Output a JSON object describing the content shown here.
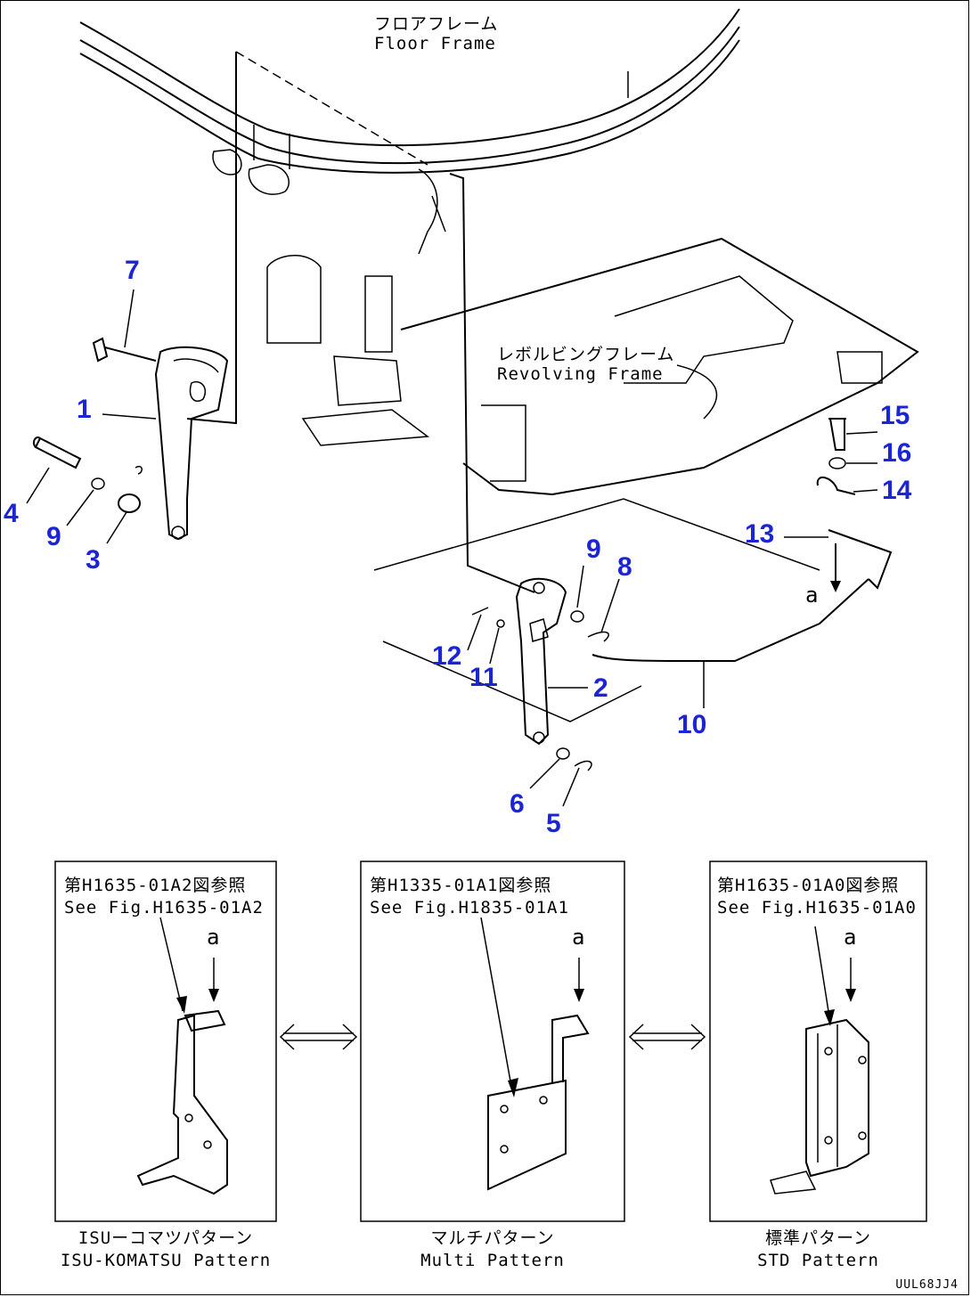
{
  "floor_frame": {
    "ja": "フロアフレーム",
    "en": "Floor Frame"
  },
  "revolving_frame": {
    "ja": "レボルビングフレーム",
    "en": "Revolving Frame"
  },
  "part_numbers": [
    {
      "id": "7",
      "label": "7"
    },
    {
      "id": "1",
      "label": "1"
    },
    {
      "id": "4",
      "label": "4"
    },
    {
      "id": "9a",
      "label": "9"
    },
    {
      "id": "3",
      "label": "3"
    },
    {
      "id": "15",
      "label": "15"
    },
    {
      "id": "16",
      "label": "16"
    },
    {
      "id": "14",
      "label": "14"
    },
    {
      "id": "13",
      "label": "13"
    },
    {
      "id": "9b",
      "label": "9"
    },
    {
      "id": "8",
      "label": "8"
    },
    {
      "id": "12",
      "label": "12"
    },
    {
      "id": "11",
      "label": "11"
    },
    {
      "id": "2",
      "label": "2"
    },
    {
      "id": "10",
      "label": "10"
    },
    {
      "id": "6",
      "label": "6"
    },
    {
      "id": "5",
      "label": "5"
    }
  ],
  "callout_a": "a",
  "insets": [
    {
      "ref_ja": "第H1635-01A2図参照",
      "ref_en": "See Fig.H1635-01A2",
      "pattern_ja": "ISUーコマツパターン",
      "pattern_en": "ISU-KOMATSU Pattern"
    },
    {
      "ref_ja": "第H1335-01A1図参照",
      "ref_en": "See Fig.H1835-01A1",
      "pattern_ja": "マルチパターン",
      "pattern_en": "Multi Pattern"
    },
    {
      "ref_ja": "第H1635-01A0図参照",
      "ref_en": "See Fig.H1635-01A0",
      "pattern_ja": "標準パターン",
      "pattern_en": "STD Pattern"
    }
  ],
  "drawing_code": "UUL68JJ4"
}
